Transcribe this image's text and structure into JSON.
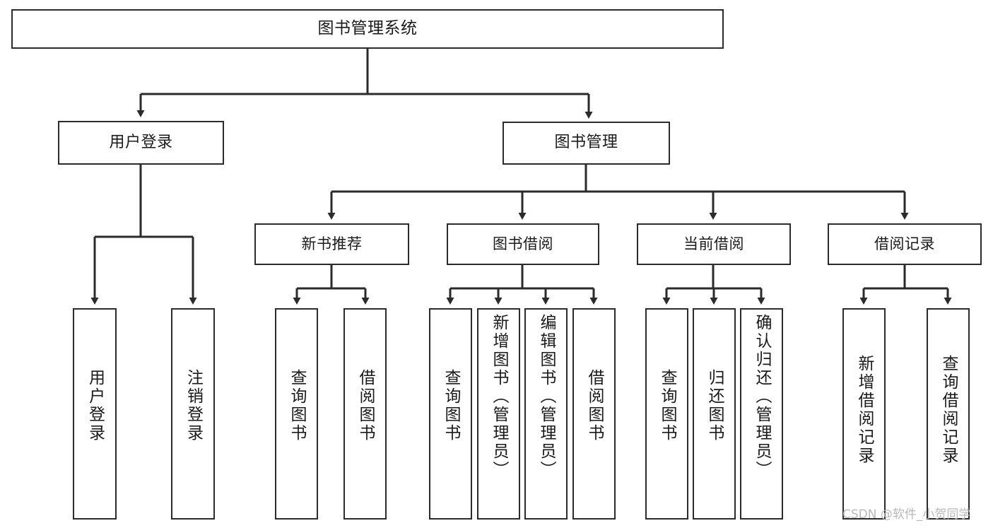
{
  "diagram": {
    "title": "图书管理系统",
    "type": "tree-hierarchy",
    "root": {
      "id": "root",
      "label": "图书管理系统"
    },
    "level2": [
      {
        "id": "user-login",
        "label": "用户登录"
      },
      {
        "id": "book-manage",
        "label": "图书管理"
      }
    ],
    "level3": [
      {
        "id": "new-book-rec",
        "label": "新书推荐",
        "parent": "book-manage"
      },
      {
        "id": "book-borrow",
        "label": "图书借阅",
        "parent": "book-manage"
      },
      {
        "id": "current-borrow",
        "label": "当前借阅",
        "parent": "book-manage"
      },
      {
        "id": "borrow-record",
        "label": "借阅记录",
        "parent": "book-manage"
      }
    ],
    "leaves": [
      {
        "id": "leaf-user-login",
        "label": "用户登录",
        "parent": "user-login"
      },
      {
        "id": "leaf-logout",
        "label": "注销登录",
        "parent": "user-login"
      },
      {
        "id": "leaf-query-book-1",
        "label": "查询图书",
        "parent": "new-book-rec"
      },
      {
        "id": "leaf-borrow-book-1",
        "label": "借阅图书",
        "parent": "new-book-rec"
      },
      {
        "id": "leaf-query-book-2",
        "label": "查询图书",
        "parent": "book-borrow"
      },
      {
        "id": "leaf-add-book",
        "label": "新增图书（管理员）",
        "parent": "book-borrow"
      },
      {
        "id": "leaf-edit-book",
        "label": "编辑图书（管理员）",
        "parent": "book-borrow"
      },
      {
        "id": "leaf-borrow-book-2",
        "label": "借阅图书",
        "parent": "book-borrow"
      },
      {
        "id": "leaf-query-book-3",
        "label": "查询图书",
        "parent": "current-borrow"
      },
      {
        "id": "leaf-return-book",
        "label": "归还图书",
        "parent": "current-borrow"
      },
      {
        "id": "leaf-confirm-return",
        "label": "确认归还（管理员）",
        "parent": "current-borrow"
      },
      {
        "id": "leaf-add-record",
        "label": "新增借阅记录",
        "parent": "borrow-record"
      },
      {
        "id": "leaf-query-record",
        "label": "查询借阅记录",
        "parent": "borrow-record"
      }
    ],
    "colors": {
      "box_border": "#2b2b2b",
      "box_fill": "#ffffff",
      "edge": "#2b2b2b",
      "text": "#1a1a1a",
      "watermark": "#b9b9b9",
      "background": "#ffffff"
    }
  },
  "watermark": {
    "text": "CSDN @软件_小贺同学"
  }
}
